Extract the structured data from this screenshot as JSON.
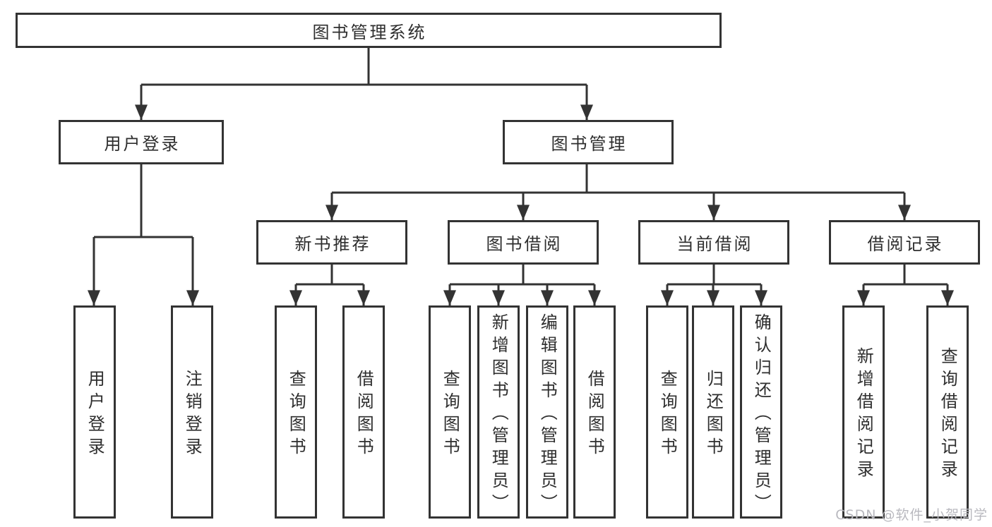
{
  "colors": {
    "line": "#333333",
    "text": "#2e2e2e",
    "background": "#ffffff",
    "watermark": "#b9b9bf"
  },
  "tree": {
    "root": "图书管理系统",
    "children": [
      {
        "label": "用户登录",
        "children": [
          "用户登录",
          "注销登录"
        ]
      },
      {
        "label": "图书管理",
        "children": [
          {
            "label": "新书推荐",
            "children": [
              "查询图书",
              "借阅图书"
            ]
          },
          {
            "label": "图书借阅",
            "children": [
              "查询图书",
              "新增图书（管理员）",
              "编辑图书（管理员）",
              "借阅图书"
            ]
          },
          {
            "label": "当前借阅",
            "children": [
              "查询图书",
              "归还图书",
              "确认归还（管理员）"
            ]
          },
          {
            "label": "借阅记录",
            "children": [
              "新增借阅记录",
              "查询借阅记录"
            ]
          }
        ]
      }
    ]
  },
  "watermark": {
    "text": "CSDN @软件_小贺同学"
  }
}
